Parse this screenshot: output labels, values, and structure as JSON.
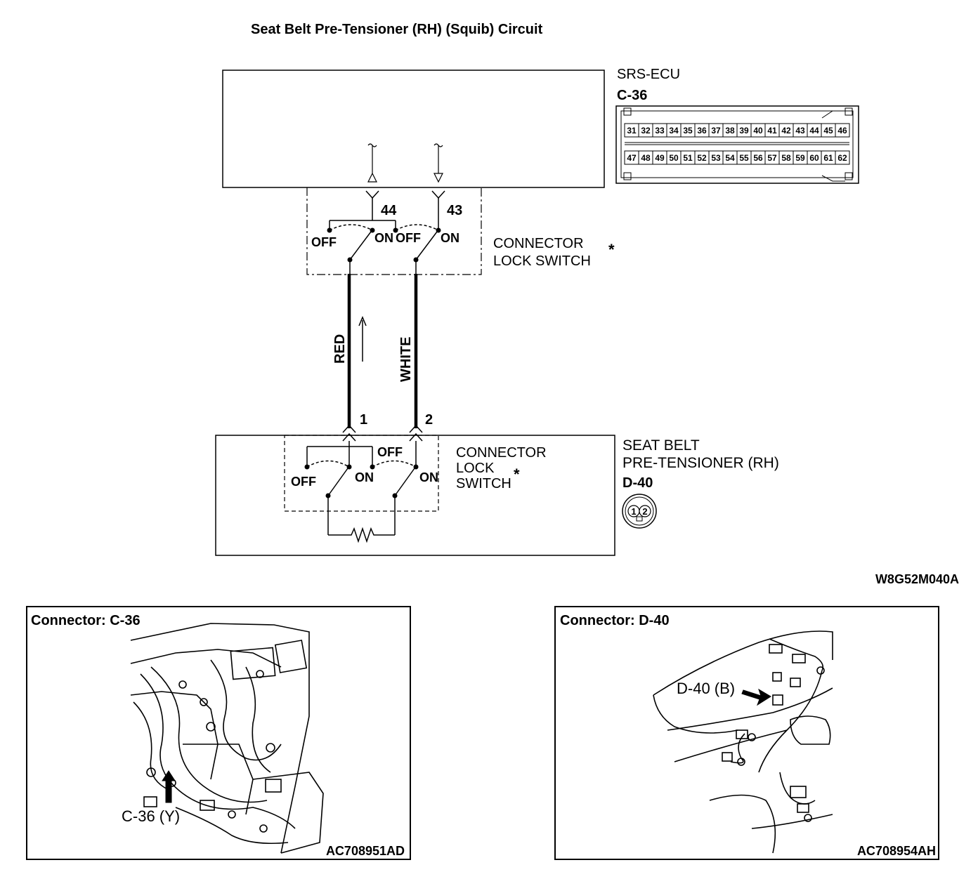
{
  "title": "Seat Belt Pre-Tensioner (RH) (Squib) Circuit",
  "ecu": {
    "name": "SRS-ECU",
    "connector": "C-36",
    "pins_top": [
      "31",
      "32",
      "33",
      "34",
      "35",
      "36",
      "37",
      "38",
      "39",
      "40",
      "41",
      "42",
      "43",
      "44",
      "45",
      "46"
    ],
    "pins_bottom": [
      "47",
      "48",
      "49",
      "50",
      "51",
      "52",
      "53",
      "54",
      "55",
      "56",
      "57",
      "58",
      "59",
      "60",
      "61",
      "62"
    ],
    "terminal_a": "44",
    "terminal_b": "43"
  },
  "upper_switch": {
    "label_line1": "CONNECTOR",
    "label_line2": "LOCK SWITCH",
    "asterisk": "*",
    "off_left": "OFF",
    "on_left": "ON",
    "off_right": "OFF",
    "on_right": "ON"
  },
  "wires": {
    "left_color": "RED",
    "right_color": "WHITE"
  },
  "pretensioner": {
    "name_line1": "SEAT BELT",
    "name_line2": "PRE-TENSIONER (RH)",
    "connector": "D-40",
    "pin1": "1",
    "pin2": "2",
    "switch_label_line1": "CONNECTOR",
    "switch_label_line2": "LOCK",
    "switch_label_line3": "SWITCH",
    "asterisk": "*",
    "off_left": "OFF",
    "on_left": "ON",
    "off_top": "OFF",
    "on_right": "ON",
    "face_pin1": "1",
    "face_pin2": "2"
  },
  "diagram_code": "W8G52M040A",
  "panels": [
    {
      "title": "Connector: C-36",
      "callout": "C-36 (Y)",
      "code": "AC708951AD"
    },
    {
      "title": "Connector: D-40",
      "callout": "D-40 (B)",
      "code": "AC708954AH"
    }
  ]
}
